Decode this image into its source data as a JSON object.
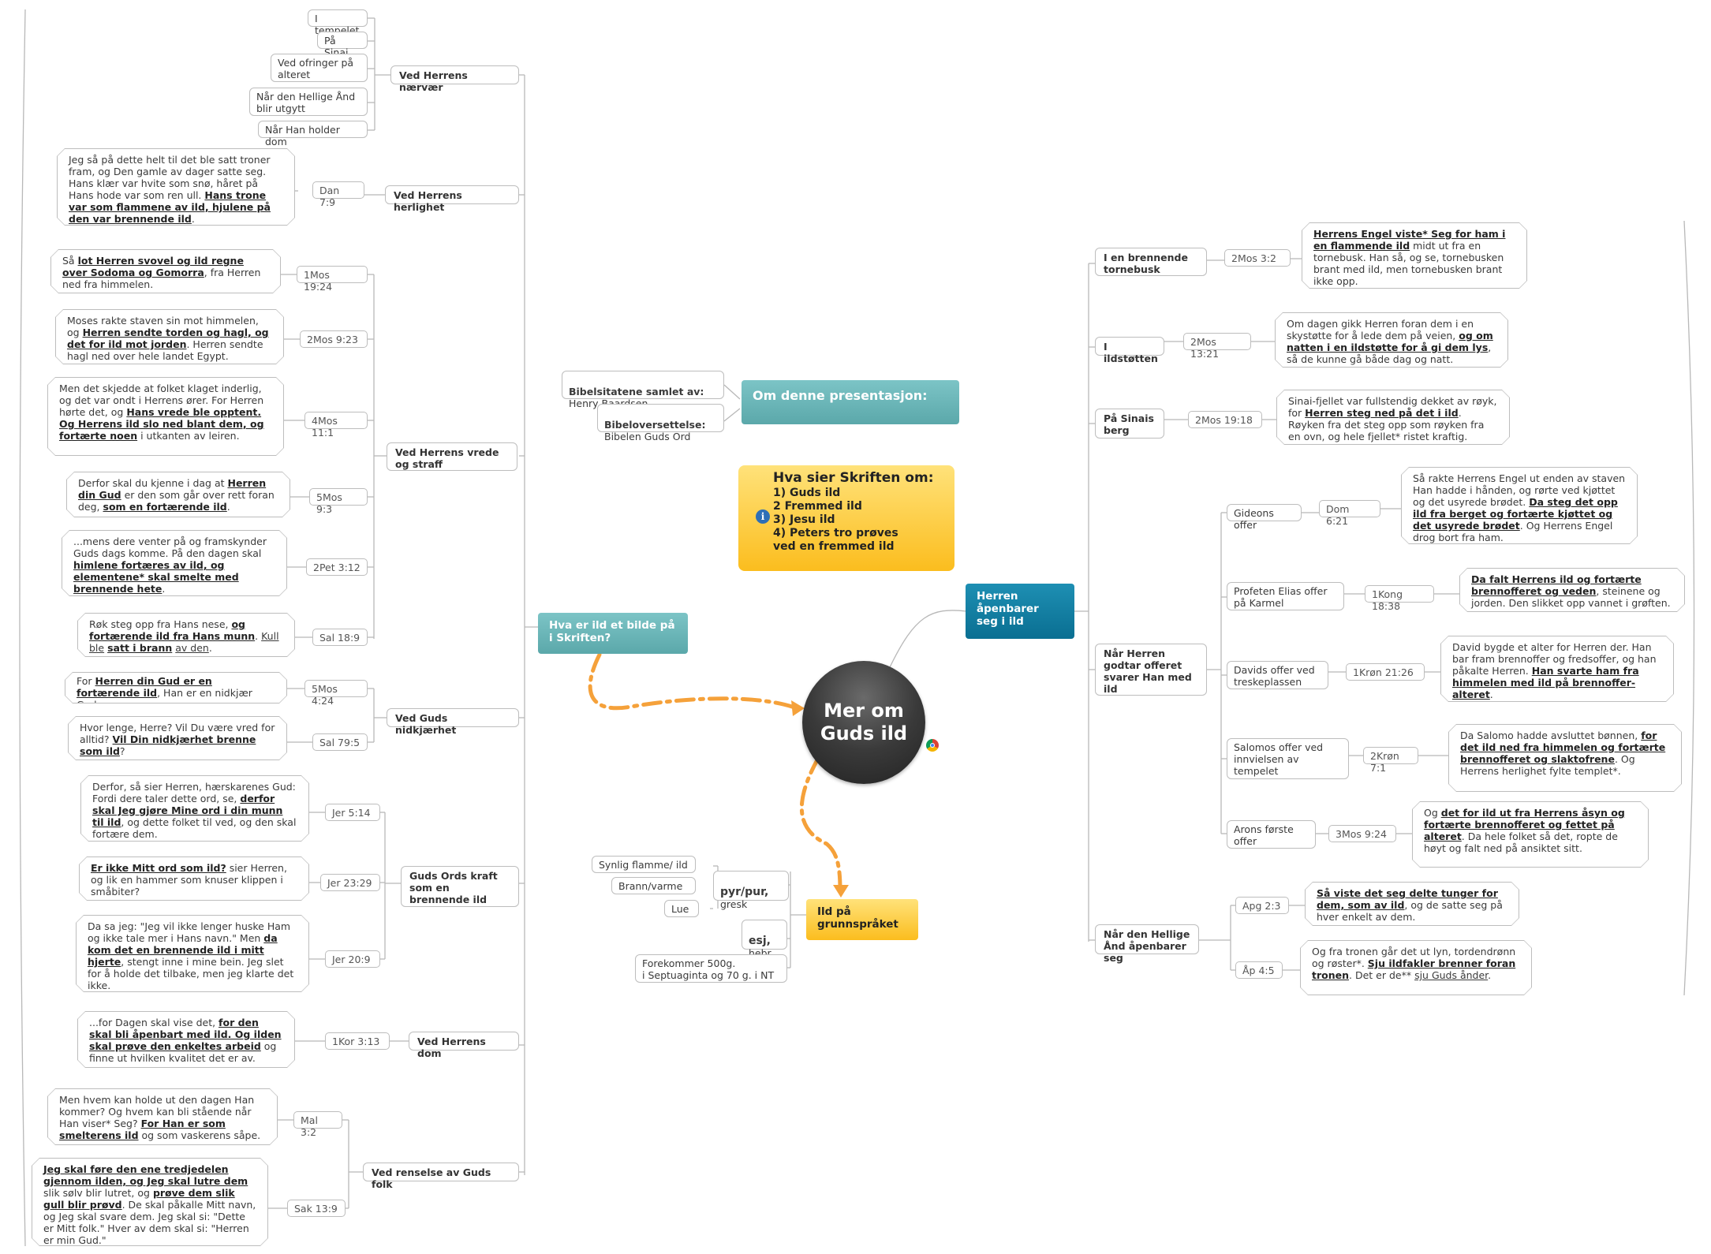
{
  "center": {
    "line1": "Mer om",
    "line2": "Guds ild"
  },
  "intro": {
    "title": "Om denne presentasjon:",
    "quotes_label": "Bibelsitatene samlet av:",
    "quotes_value": "Henry Baardsen",
    "translation_label": "Bibeloversettelse:",
    "translation_value": "Bibelen Guds Ord"
  },
  "info": {
    "title": "Hva sier Skriften om:",
    "items": [
      "1) Guds ild",
      "2 Fremmed ild",
      "3) Jesu ild",
      "4) Peters tro prøves",
      "ved en fremmed ild"
    ]
  },
  "left_main": "Hva er ild et bilde på i Skriften?",
  "right_main": "Herren åpenbarer seg i ild",
  "language_main": "Ild på grunnspråket",
  "language": {
    "greek_term": "pyr/pur,",
    "greek_label": "gresk",
    "greek_meanings": [
      "Synlig flamme/ ild",
      "Brann/varme",
      "Lue"
    ],
    "hebrew_term": "esj,",
    "hebrew_label": "hebr.",
    "hebrew_note": "Forekommer 500g.\ni Septuaginta og 70 g. i NT"
  },
  "left_topics": {
    "naervaer": {
      "title": "Ved Herrens nærvær",
      "items": [
        "I tempelet",
        "På Sinai",
        "Ved ofringer på alteret",
        "Når den Hellige Ånd blir utgytt",
        "Når Han holder dom"
      ]
    },
    "herlighet": {
      "title": "Ved Herrens herlighet",
      "ref": "Dan 7:9",
      "text": "Jeg så på dette helt til det ble satt troner fram, og Den gamle av dager satte seg. Hans klær var hvite som snø, håret på Hans hode var som ren ull. <b>Hans trone var som flammene av ild, hjulene på den var brennende ild</b>."
    },
    "vrede": {
      "title": "Ved Herrens vrede og straff",
      "refs": [
        "1Mos 19:24",
        "2Mos 9:23",
        "4Mos 11:1",
        "5Mos 9:3",
        "2Pet 3:12",
        "Sal 18:9"
      ],
      "texts": [
        "Så <b>lot Herren svovel og ild regne over Sodoma og Gomorra</b>, fra Herren ned fra himmelen.",
        "Moses rakte staven sin mot himmelen, og <b>Herren sendte torden og hagl, og det for ild mot jorden</b>. Herren sendte hagl ned over hele landet Egypt.",
        "Men det skjedde at folket klaget inderlig, og det var ondt i Herrens ører. For Herren hørte det, og <b>Hans vrede ble opptent. Og Herrens ild slo ned blant dem, og fortærte noen</b> i utkanten av leiren.",
        "Derfor skal du kjenne i dag at <b>Herren din Gud</b> er den som går over rett foran deg, <b>som en fortærende ild</b>.",
        "...mens dere venter på og framskynder Guds dags komme. På den dagen skal <b>himlene fortæres av ild, og elementene* skal smelte med brennende hete</b>.",
        "Røk steg opp fra Hans nese, <b>og fortærende ild fra Hans munn</b>. <u>Kull ble</u> <b>satt i brann</b> <u>av den</u>."
      ]
    },
    "nidkjaerhet": {
      "title": "Ved Guds nidkjærhet",
      "refs": [
        "5Mos 4:24",
        "Sal 79:5"
      ],
      "texts": [
        "For <b>Herren din Gud er en fortærende ild</b>, Han er en nidkjær Gud.",
        "Hvor lenge, Herre? Vil Du være vred for alltid? <b>Vil Din nidkjærhet brenne som ild</b>?"
      ]
    },
    "ordskraft": {
      "title": "Guds Ords kraft som en brennende ild",
      "refs": [
        "Jer 5:14",
        "Jer 23:29",
        "Jer 20:9"
      ],
      "texts": [
        "Derfor, så sier Herren, hærskarenes Gud: Fordi dere taler dette ord, se, <b>derfor skal Jeg gjøre Mine ord i din munn til ild</b>, og dette folket til ved, og den skal fortære dem.",
        "<b>Er ikke Mitt ord som ild?</b> sier Herren, og lik en hammer som knuser klippen i småbiter?",
        "Da sa jeg: \"Jeg vil ikke lenger huske Ham og ikke tale mer i Hans navn.\" Men <b>da kom det en brennende ild i mitt hjerte</b>, stengt inne i mine bein. Jeg slet for å holde det tilbake, men jeg klarte det ikke."
      ]
    },
    "dom": {
      "title": "Ved Herrens dom",
      "ref": "1Kor 3:13",
      "text": "...for Dagen skal vise det, <b>for den skal bli åpenbart med ild. Og ilden skal prøve den enkeltes arbeid</b> og finne ut hvilken kvalitet det er av."
    },
    "renselse": {
      "title": "Ved renselse av Guds folk",
      "refs": [
        "Mal 3:2",
        "Sak 13:9"
      ],
      "texts": [
        "Men hvem kan holde ut den dagen Han kommer? Og hvem kan bli stående når Han viser* Seg? <b>For Han er som smelterens ild</b> og som vaskerens såpe.",
        "<b>Jeg skal føre den ene tredjedelen gjennom ilden, og Jeg skal lutre dem</b> slik sølv blir lutret, og <b>prøve dem slik gull blir prøvd</b>. De skal påkalle Mitt navn, og Jeg skal svare dem. Jeg skal si: \"Dette er Mitt folk.\" Hver av dem skal si: \"Herren er min Gud.\""
      ]
    }
  },
  "right_topics": {
    "tornebusk": {
      "title": "I en brennende tornebusk",
      "ref": "2Mos 3:2",
      "text": "<b>Herrens Engel viste* Seg for ham i en flammende ild</b> midt ut fra en tornebusk. Han så, og se, tornebusken brant med ild, men tornebusken brant ikke opp."
    },
    "ildstotten": {
      "title": "I ildstøtten",
      "ref": "2Mos 13:21",
      "text": "Om dagen gikk Herren foran dem i en skystøtte for å lede dem på veien, <b>og om natten i en ildstøtte for å gi dem lys</b>, så de kunne gå både dag og natt."
    },
    "sinai": {
      "title": "På Sinais berg",
      "ref": "2Mos 19:18",
      "text": "Sinai-fjellet var fullstendig dekket av røyk, for <b>Herren steg ned på det i ild</b>. Røyken fra det steg opp som røyken fra en ovn, og hele fjellet* ristet kraftig."
    },
    "offer": {
      "title": "Når Herren godtar offeret svarer Han med ild",
      "items": [
        {
          "label": "Gideons offer",
          "ref": "Dom 6:21",
          "text": "Så rakte Herrens Engel ut enden av staven Han hadde i hånden, og rørte ved kjøttet og det usyrede brødet. <b>Da steg det opp ild fra berget og fortærte kjøttet og det usyrede brødet</b>. Og Herrens Engel drog bort fra ham."
        },
        {
          "label": "Profeten Elias offer på Karmel",
          "ref": "1Kong 18:38",
          "text": "<b>Da falt Herrens ild og fortærte brennofferet og veden</b>, steinene og jorden. Den slikket opp vannet i grøften."
        },
        {
          "label": "Davids offer ved treskeplassen",
          "ref": "1Krøn 21:26",
          "text": "David bygde et alter for Herren der. Han bar fram brennoffer og fredsoffer, og han påkalte Herren. <b>Han svarte ham fra himmelen med ild på brennoffer-alteret</b>."
        },
        {
          "label": "Salomos offer ved innvielsen av tempelet",
          "ref": "2Krøn 7:1",
          "text": "Da Salomo hadde avsluttet bønnen, <b>for det ild ned fra himmelen og fortærte brennofferet og slaktofrene</b>. Og Herrens herlighet fylte templet*."
        },
        {
          "label": "Arons første offer",
          "ref": "3Mos 9:24",
          "text": "Og <b>det for ild ut fra Herrens åsyn og fortærte brennofferet og fettet på alteret</b>. Da hele folket så det, ropte de høyt og falt ned på ansiktet sitt."
        }
      ]
    },
    "aanden": {
      "title": "Når den Hellige Ånd åpenbarer seg",
      "items": [
        {
          "ref": "Apg 2:3",
          "text": "<b>Så viste det seg delte tunger for dem, som av ild</b>, og de satte seg på hver enkelt av dem."
        },
        {
          "ref": "Åp 4:5",
          "text": "Og fra tronen går det ut lyn, tordendrønn og røster*. <b>Sju ildfakler brenner foran tronen</b>. Det er de** <u>sju Guds ånder</u>."
        }
      ]
    }
  }
}
